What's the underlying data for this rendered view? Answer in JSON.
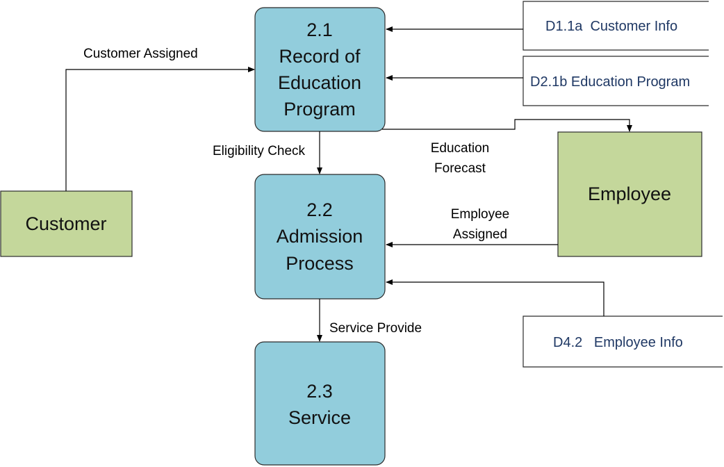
{
  "processes": [
    {
      "id": "2.1",
      "lines": [
        "2.1",
        "Record of",
        "Education",
        "Program"
      ]
    },
    {
      "id": "2.2",
      "lines": [
        "2.2",
        "Admission",
        "Process"
      ]
    },
    {
      "id": "2.3",
      "lines": [
        "2.3",
        "Service"
      ]
    }
  ],
  "entities": {
    "customer": "Customer",
    "employee": "Employee"
  },
  "stores": {
    "customer_info": "D1.1a  Customer Info",
    "education_program": "D2.1b Education Program",
    "employee_info": "D4.2   Employee Info"
  },
  "flows": {
    "customer_assigned": "Customer Assigned",
    "eligibility_check": "Eligibility Check",
    "education_forecast": [
      "Education",
      "Forecast"
    ],
    "employee_assigned": [
      "Employee",
      "Assigned"
    ],
    "service_provide": "Service Provide"
  },
  "colors": {
    "process_fill": "#92cddc",
    "entity_fill": "#c4d79b",
    "store_text": "#1f3864"
  }
}
